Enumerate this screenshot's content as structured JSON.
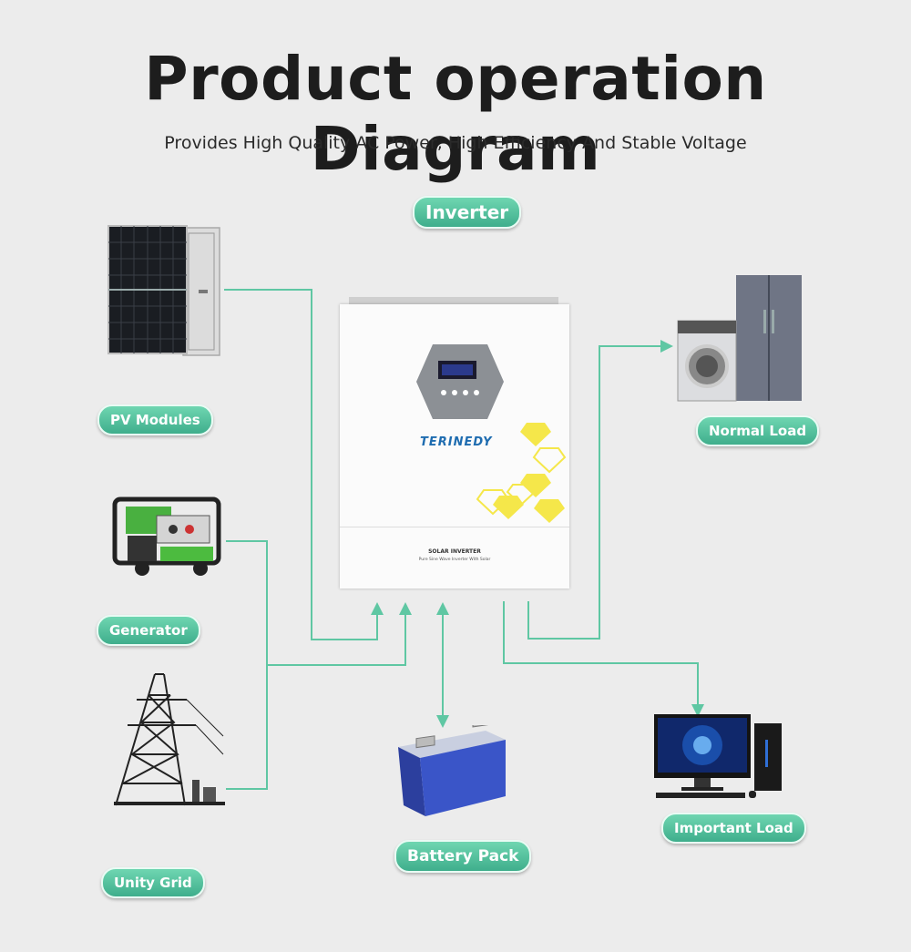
{
  "header": {
    "title": "Product operation Diagram",
    "subtitle": "Provides High Quality AC Power, High Efficiency And Stable Voltage"
  },
  "labels": {
    "inverter": "Inverter",
    "pv": "PV Modules",
    "generator": "Generator",
    "grid": "Unity Grid",
    "battery": "Battery Pack",
    "normal_load": "Normal Load",
    "important_load": "Important Load"
  },
  "inverter_device": {
    "brand": "TERINEDY",
    "panel_title": "SOLAR INVERTER",
    "panel_sub": "Pure Sine Wave Inverter With Solar"
  },
  "colors": {
    "accent": "#5fcca6",
    "line": "#5fc7a3",
    "background": "#ececec"
  },
  "icons": [
    "solar-panel-icon",
    "generator-icon",
    "power-tower-icon",
    "battery-icon",
    "washer-icon",
    "fridge-icon",
    "computer-icon",
    "inverter-icon"
  ]
}
